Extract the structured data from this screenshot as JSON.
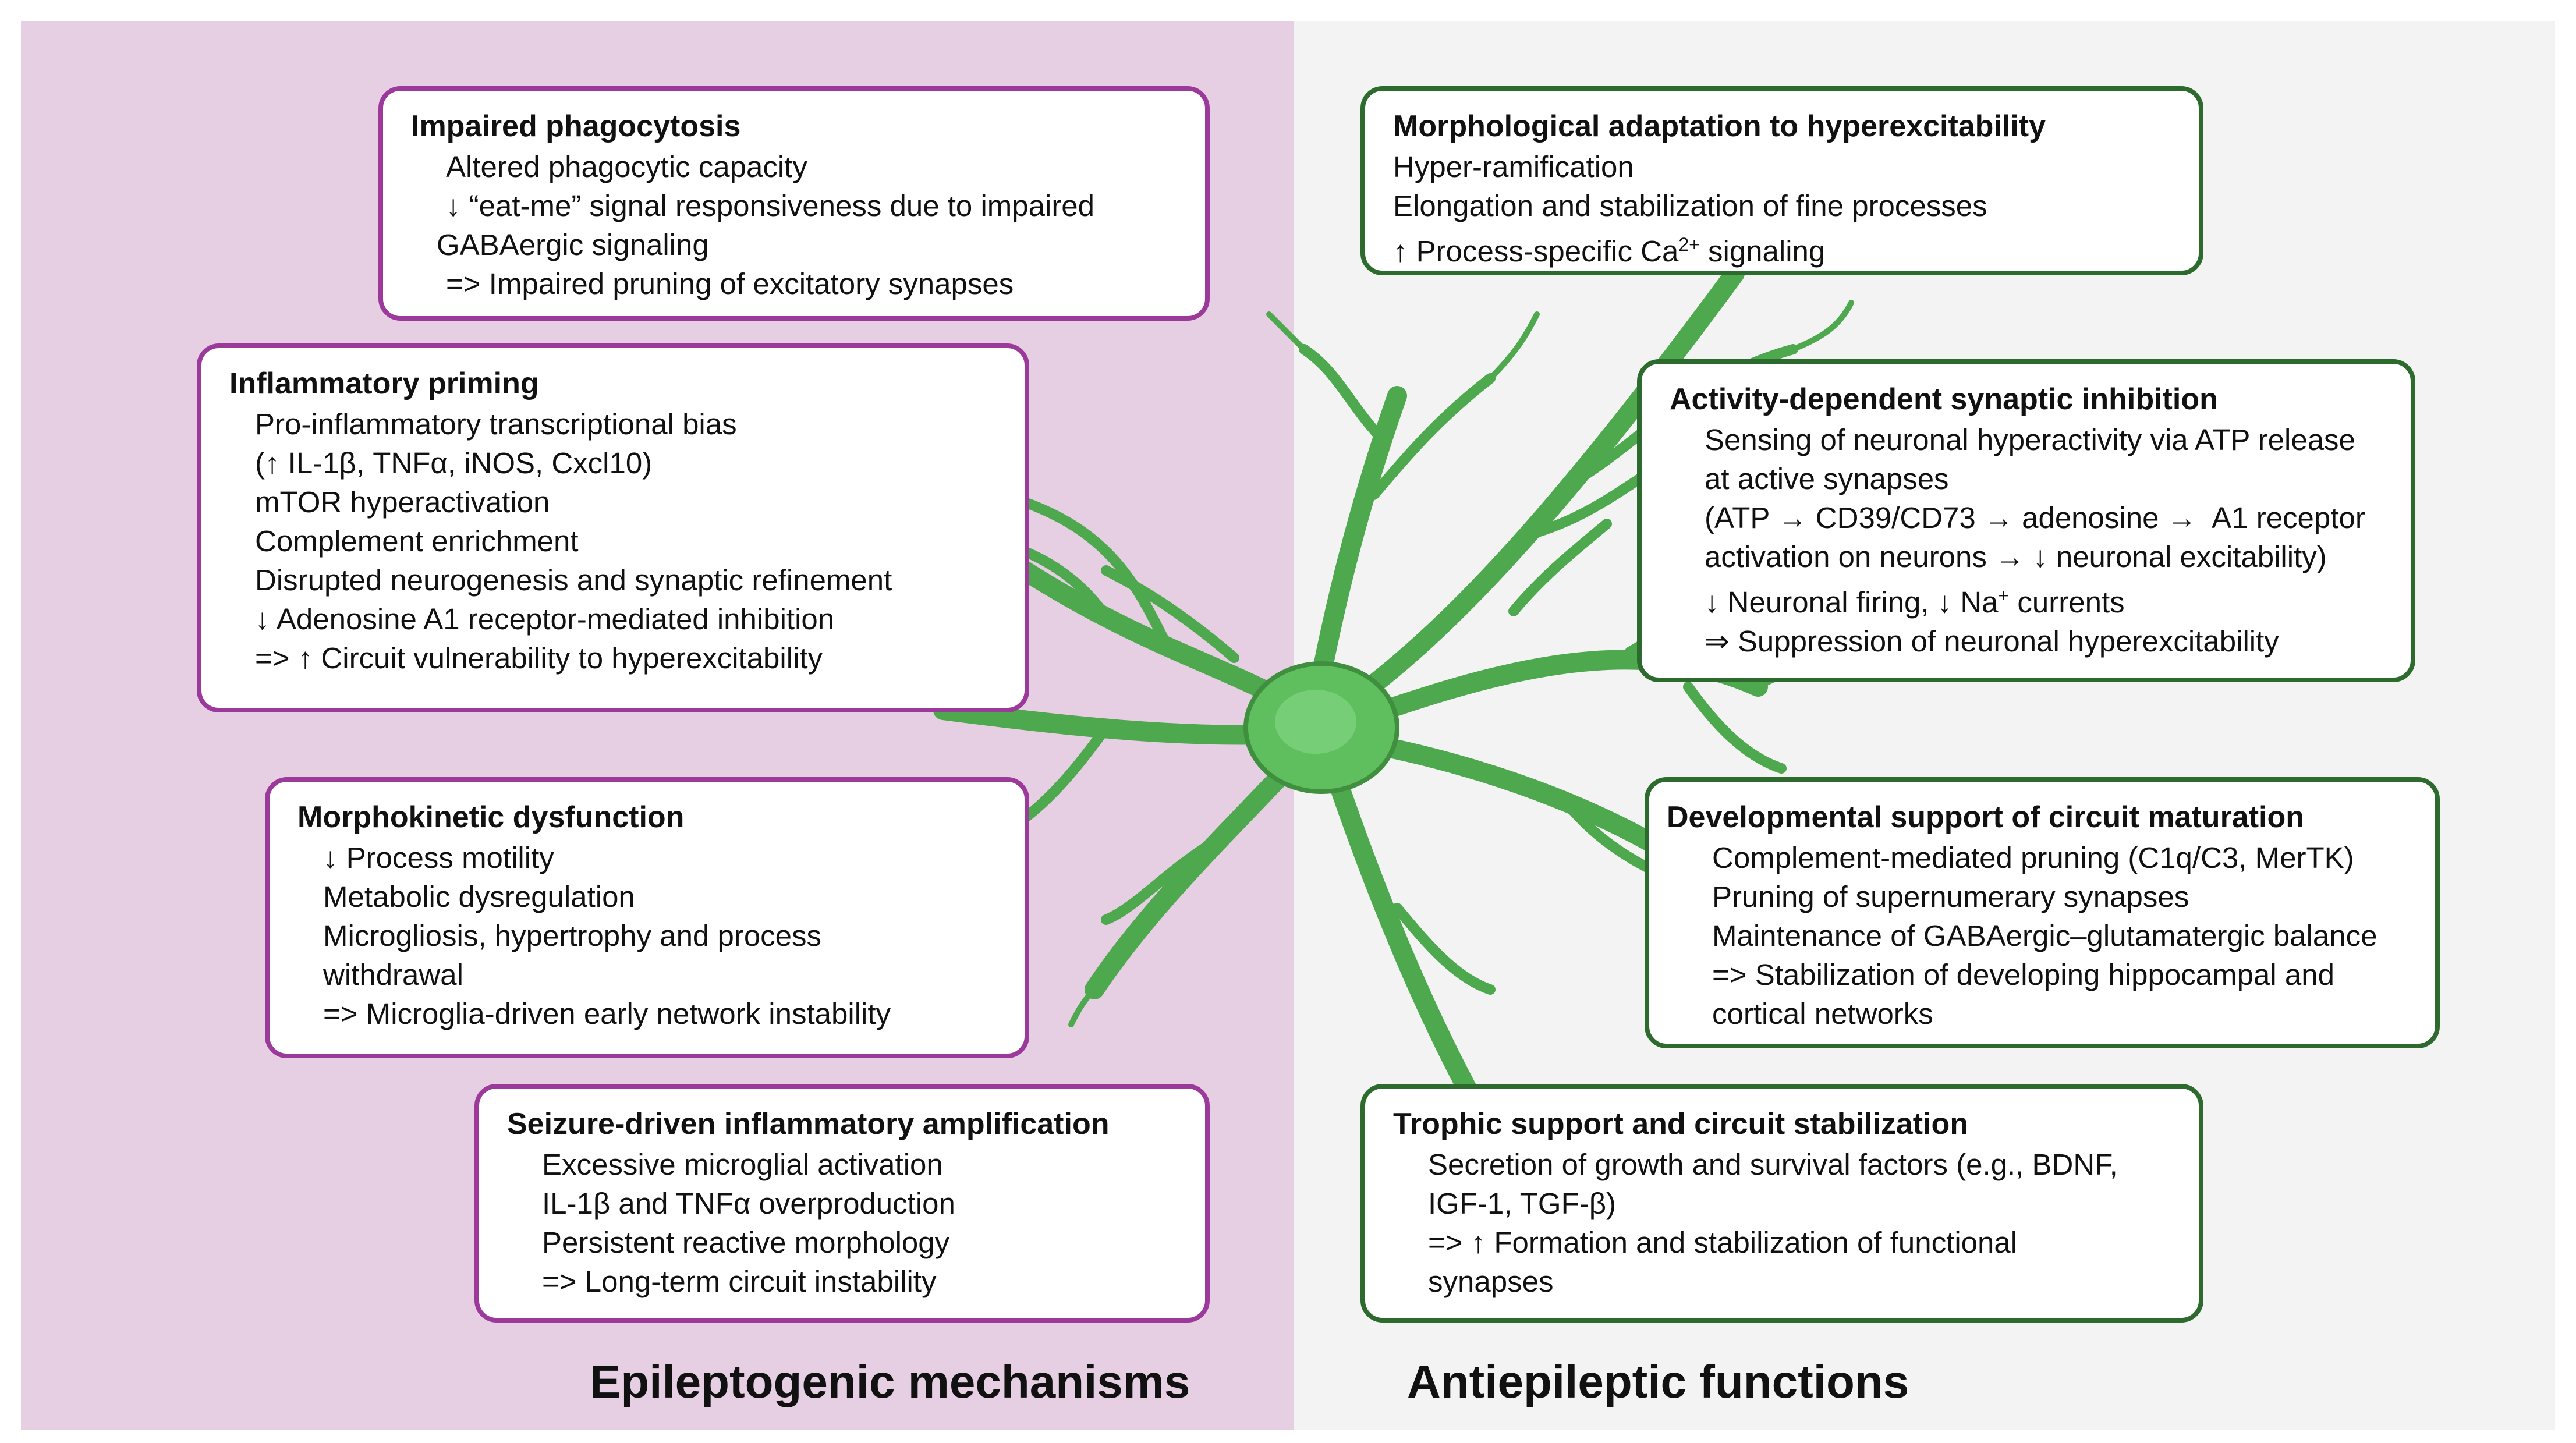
{
  "sections": {
    "left_label": "Epileptogenic mechanisms",
    "right_label": "Antiepileptic functions"
  },
  "colors": {
    "left_bg": "#e6cfe3",
    "right_bg": "#f3f3f3",
    "purple_border": "#9b3a9a",
    "green_border": "#2d6a2d",
    "cell_green": "#5fbf5f"
  },
  "boxes": {
    "impaired_phagocytosis": {
      "title": "Impaired phagocytosis",
      "lines": [
        "Altered phagocytic capacity",
        "↓ “eat-me” signal responsiveness due to impaired",
        "GABAergic signaling",
        "=> Impaired pruning of excitatory synapses"
      ]
    },
    "inflammatory_priming": {
      "title": "Inflammatory priming",
      "lines": [
        "Pro-inflammatory transcriptional bias",
        "(↑ IL-1β, TNFα, iNOS, Cxcl10)",
        "mTOR hyperactivation",
        "Complement enrichment",
        "Disrupted neurogenesis and synaptic refinement",
        "↓ Adenosine A1 receptor-mediated inhibition",
        "=> ↑ Circuit vulnerability to hyperexcitability"
      ]
    },
    "morphokinetic_dysfunction": {
      "title": "Morphokinetic dysfunction",
      "lines": [
        "↓ Process motility",
        "Metabolic dysregulation",
        "Microgliosis, hypertrophy and process",
        "withdrawal",
        "=> Microglia-driven early network instability"
      ]
    },
    "seizure_driven": {
      "title": "Seizure-driven inflammatory amplification",
      "lines": [
        "Excessive microglial activation",
        "IL-1β and TNFα overproduction",
        "Persistent reactive morphology",
        "=> Long-term circuit instability"
      ]
    },
    "morphological_adaptation": {
      "title": "Morphological adaptation to hyperexcitability",
      "lines": [
        "Hyper-ramification",
        "Elongation and stabilization of fine processes"
      ],
      "ca_line_prefix": "↑ Process-specific Ca",
      "ca_sup": "2+",
      "ca_line_suffix": " signaling"
    },
    "activity_dependent": {
      "title": "Activity-dependent synaptic inhibition",
      "lines": [
        "Sensing of neuronal hyperactivity via ATP release",
        "at active synapses",
        "(ATP → CD39/CD73 → adenosine →  A1 receptor",
        "activation on neurons → ↓ neuronal excitability)"
      ],
      "na_line_prefix": "↓ Neuronal firing, ↓ Na",
      "na_sup": "+",
      "na_line_suffix": " currents",
      "last_line": "⇒ Suppression of neuronal hyperexcitability"
    },
    "developmental_support": {
      "title": "Developmental support of circuit maturation",
      "lines": [
        "Complement-mediated pruning (C1q/C3, MerTK)",
        "Pruning of supernumerary synapses",
        "Maintenance of GABAergic–glutamatergic balance",
        "=> Stabilization of developing hippocampal and",
        "cortical networks"
      ]
    },
    "trophic_support": {
      "title": "Trophic support and circuit stabilization",
      "lines": [
        "Secretion of growth and survival factors (e.g., BDNF,",
        "IGF-1, TGF-β)",
        "=> ↑ Formation and stabilization of functional",
        "synapses"
      ]
    }
  }
}
